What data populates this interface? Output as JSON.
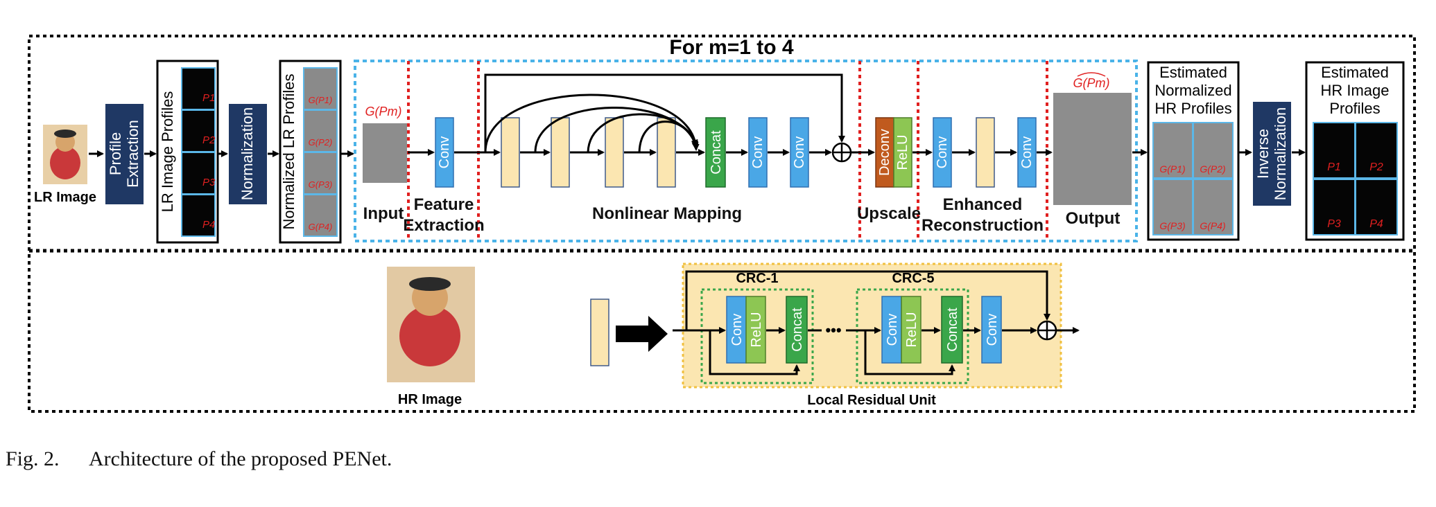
{
  "header": {
    "loop_label": "For m=1 to 4"
  },
  "top": {
    "lr_image_label": "LR Image",
    "profile_extraction": [
      "Profile",
      "Extraction"
    ],
    "lr_profiles_label": "LR Image Profiles",
    "normalization": "Normalization",
    "normalized_lr_label": "Normalized LR Profiles",
    "gpm": "G(Pm)",
    "profile_glyphs": [
      "P1",
      "P2",
      "P3",
      "P4"
    ],
    "norm_glyphs": [
      "G(P1)",
      "G(P2)",
      "G(P3)",
      "G(P4)"
    ],
    "stages": {
      "input": "Input",
      "feature": [
        "Feature",
        "Extraction"
      ],
      "nonlinear": "Nonlinear Mapping",
      "upscale": "Upscale",
      "enhanced": [
        "Enhanced",
        "Reconstruction"
      ],
      "output": "Output"
    },
    "blocks": {
      "conv": "Conv",
      "concat": "Concat",
      "deconv": "Deconv",
      "relu": "ReLU"
    },
    "est_norm_title": [
      "Estimated",
      "Normalized",
      "HR Profiles"
    ],
    "est_norm_glyphs": [
      "G(P1)",
      "G(P2)",
      "G(P3)",
      "G(P4)"
    ],
    "inverse_norm": [
      "Inverse",
      "Normalization"
    ],
    "est_hr_title": [
      "Estimated",
      "HR Image",
      "Profiles"
    ],
    "est_hr_glyphs": [
      "P1",
      "P2",
      "P3",
      "P4"
    ]
  },
  "bottom": {
    "hr_image_label": "HR Image",
    "crc1": "CRC-1",
    "crc5": "CRC-5",
    "dots": "•••",
    "unit_label": "Local Residual Unit"
  },
  "caption": {
    "fig": "Fig. 2.",
    "text": "Architecture of the proposed PENet."
  }
}
